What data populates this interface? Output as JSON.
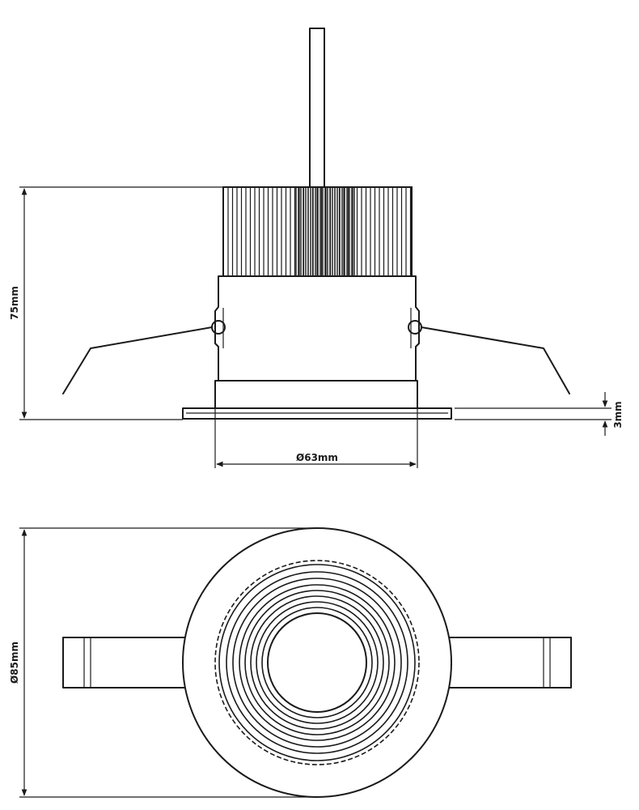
{
  "dimensions": {
    "height": "75mm",
    "diameter_body": "Ø63mm",
    "bezel_thickness": "3mm",
    "diameter_overall": "Ø85mm"
  },
  "colors": {
    "line": "#1a1a1a",
    "background": "#ffffff"
  }
}
